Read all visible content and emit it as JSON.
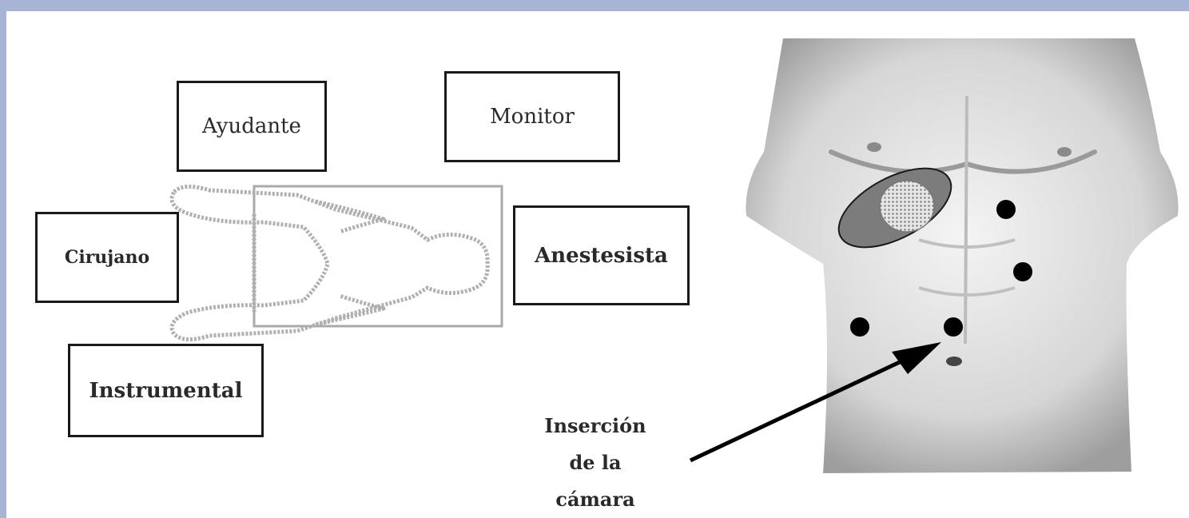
{
  "or_layout": {
    "ayudante": "Ayudante",
    "monitor": "Monitor",
    "cirujano": "Cirujano",
    "anestesista": "Anestesista",
    "instrumental": "Instrumental"
  },
  "torso": {
    "caption_lines": [
      "Inserción",
      "de la",
      "cámara"
    ]
  }
}
